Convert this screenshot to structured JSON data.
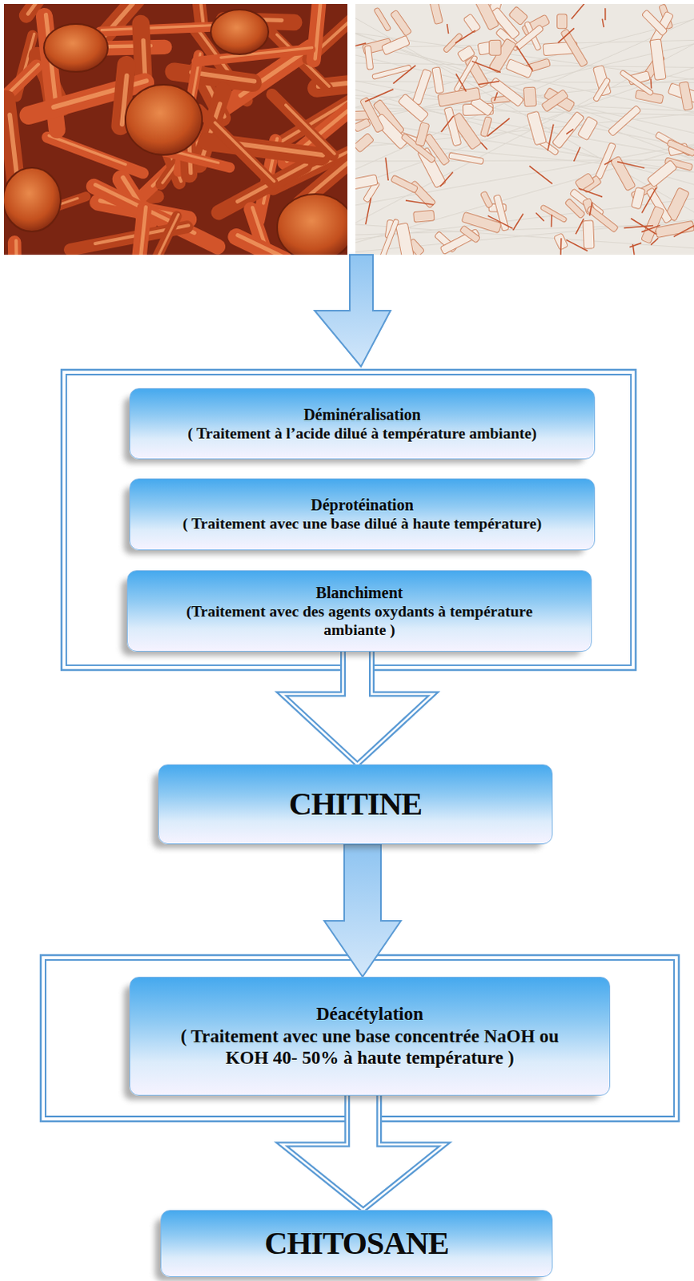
{
  "diagram": {
    "nodes": [
      {
        "text": [
          "Déminéralisation",
          "( Traitement à l’acide dilué à température ambiante)"
        ]
      },
      {
        "text": [
          "Déprotéination",
          "( Traitement avec une base dilué à haute température)"
        ]
      },
      {
        "text": [
          "Blanchiment",
          "(Traitement avec des agents oxydants à température ambiante )"
        ]
      },
      {
        "text": [
          "CHITINE"
        ]
      },
      {
        "text": [
          "Déacétylation",
          "( Traitement avec une base concentrée NaOH ou KOH 40- 50% à haute température )"
        ]
      },
      {
        "text": [
          "CHITOSANE"
        ]
      }
    ],
    "edges": [
      {
        "from": 2,
        "to": 3,
        "arrow": "to"
      },
      {
        "from": 3,
        "to": 4,
        "arrow": "to"
      },
      {
        "from": 4,
        "to": 5,
        "arrow": "to"
      }
    ]
  }
}
